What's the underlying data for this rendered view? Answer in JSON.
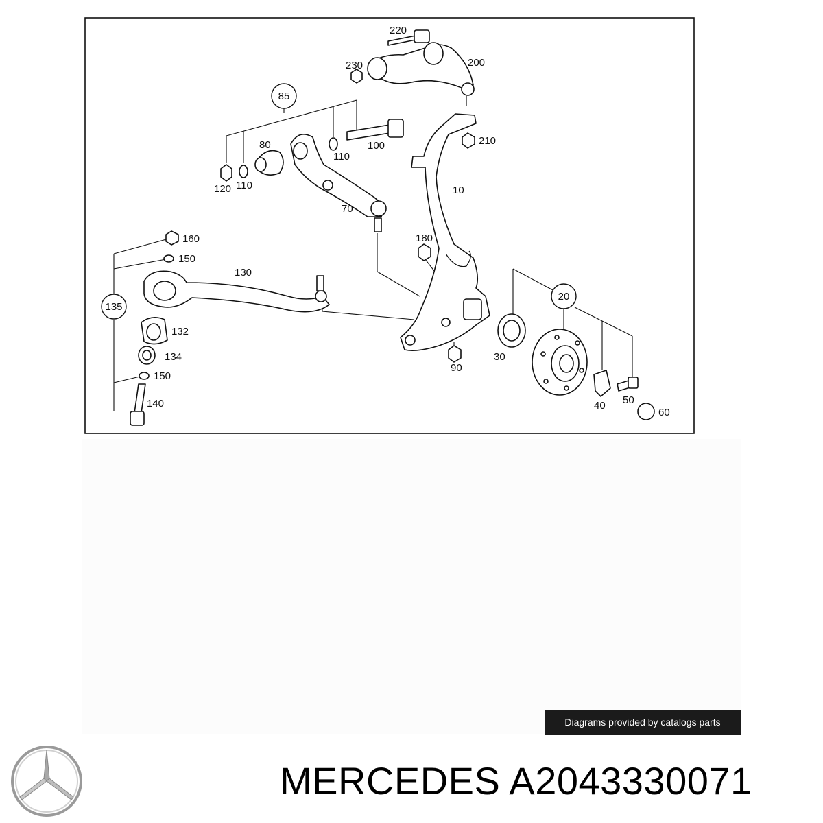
{
  "diagram": {
    "labels": {
      "p220": "220",
      "p230": "230",
      "p200": "200",
      "p85": "85",
      "p80": "80",
      "p110a": "110",
      "p100": "100",
      "p210": "210",
      "p120": "120",
      "p110b": "110",
      "p10": "10",
      "p70": "70",
      "p160": "160",
      "p150a": "150",
      "p180": "180",
      "p130": "130",
      "p135": "135",
      "p20": "20",
      "p132": "132",
      "p134": "134",
      "p30": "30",
      "p90": "90",
      "p150b": "150",
      "p50": "50",
      "p140": "140",
      "p40": "40",
      "p60": "60"
    }
  },
  "footer": {
    "credit": "Diagrams provided by catalogs parts",
    "brand": "MERCEDES",
    "part_number": "A2043330071"
  },
  "logo": {
    "icon": "mercedes-star-icon"
  }
}
